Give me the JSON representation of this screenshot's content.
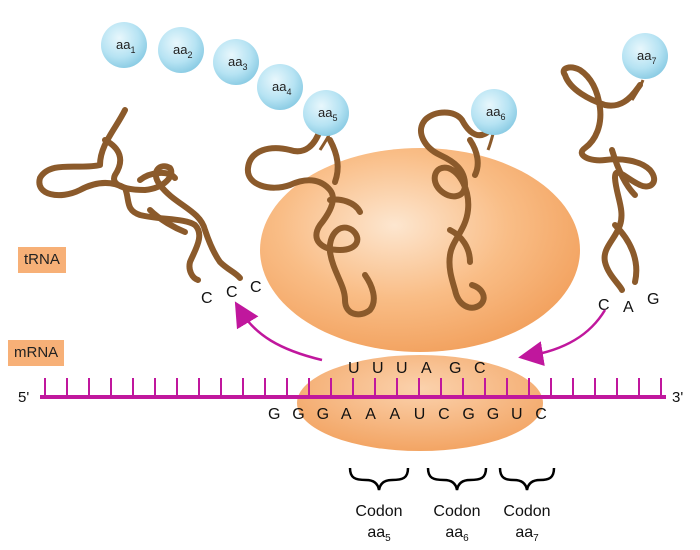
{
  "labels": {
    "trna": "tRNA",
    "mrna": "mRNA"
  },
  "strand_ends": {
    "five_prime": "5'",
    "three_prime": "3'"
  },
  "amino_acids": [
    {
      "prefix": "aa",
      "sub": "1"
    },
    {
      "prefix": "aa",
      "sub": "2"
    },
    {
      "prefix": "aa",
      "sub": "3"
    },
    {
      "prefix": "aa",
      "sub": "4"
    },
    {
      "prefix": "aa",
      "sub": "5"
    },
    {
      "prefix": "aa",
      "sub": "6"
    },
    {
      "prefix": "aa",
      "sub": "7"
    }
  ],
  "anticodons": {
    "left_trna": [
      "C",
      "C",
      "C"
    ],
    "middle_pair": [
      "U",
      "U",
      "U",
      "A",
      "G",
      "C"
    ],
    "right_trna": [
      "C",
      "A",
      "G"
    ]
  },
  "mrna_sequence": [
    "G",
    "G",
    "G",
    "A",
    "A",
    "A",
    "U",
    "C",
    "G",
    "G",
    "U",
    "C"
  ],
  "codons": [
    {
      "word": "Codon",
      "prefix": "aa",
      "sub": "5"
    },
    {
      "word": "Codon",
      "prefix": "aa",
      "sub": "6"
    },
    {
      "word": "Codon",
      "prefix": "aa",
      "sub": "7"
    }
  ],
  "colors": {
    "ribosome": "#f7b077",
    "trna": "#8b5a2b",
    "mrna": "#c0179d",
    "arrow": "#c0179d",
    "amino_acid": "#a9dcef"
  }
}
